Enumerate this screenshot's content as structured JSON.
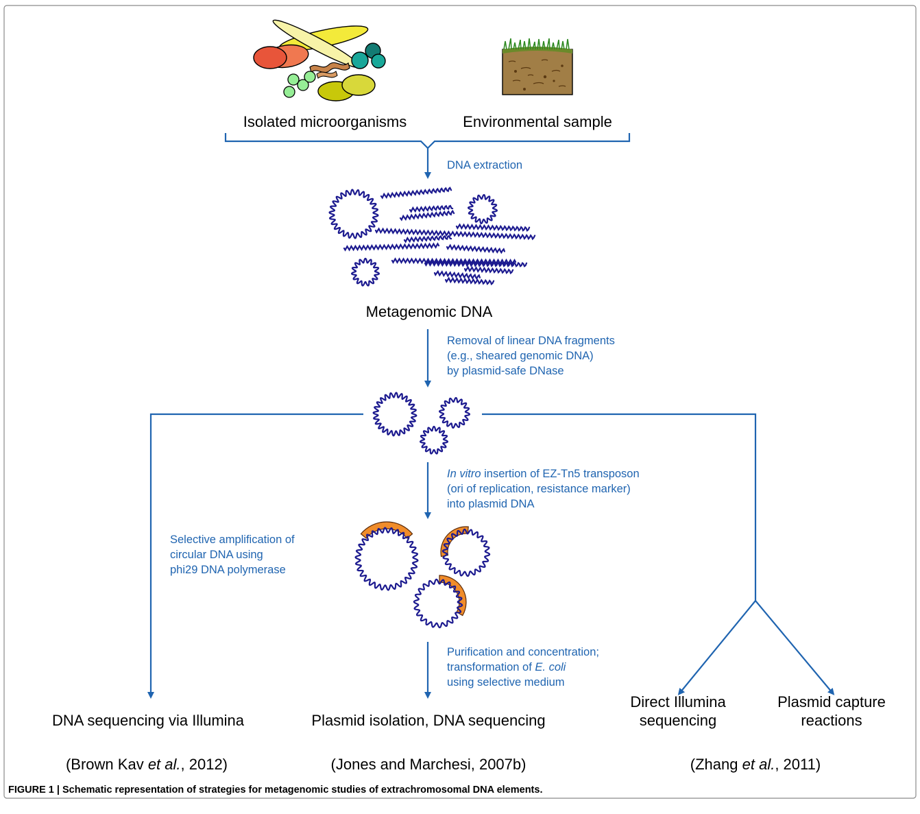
{
  "sources": {
    "left_label": "Isolated microorganisms",
    "right_label": "Environmental sample"
  },
  "steps": {
    "extraction": "DNA extraction",
    "removal": [
      "Removal of linear DNA fragments",
      "(e.g., sheared genomic DNA)",
      "by plasmid-safe DNase"
    ],
    "insertion": {
      "line1_italic": "In vitro",
      "line1_rest": " insertion of EZ-Tn5 transposon",
      "line2": "(ori of replication, resistance marker)",
      "line3": "into plasmid DNA"
    },
    "amplification": [
      "Selective amplification of",
      "circular DNA using",
      "phi29 DNA polymerase"
    ],
    "purification": {
      "line1": "Purification and concentration;",
      "line2_start": "transformation of ",
      "line2_italic": "E. coli",
      "line3": "using selective medium"
    }
  },
  "metagenomic_label": "Metagenomic DNA",
  "outcomes": {
    "left": {
      "label": "DNA sequencing via Illumina",
      "ref_start": "(Brown Kav ",
      "ref_italic": "et al.",
      "ref_end": ", 2012)"
    },
    "center": {
      "label": "Plasmid isolation, DNA sequencing",
      "ref": "(Jones and Marchesi, 2007b)"
    },
    "right_a": [
      "Direct Illumina",
      "sequencing"
    ],
    "right_b": [
      "Plasmid capture",
      "reactions"
    ],
    "right_ref_start": "(Zhang ",
    "right_ref_italic": "et al.",
    "right_ref_end": ", 2011)"
  },
  "caption": "FIGURE 1 | Schematic representation of strategies for metagenomic studies of extrachromosomal DNA elements.",
  "colors": {
    "arrow": "#1f64b0",
    "dna": "#1c1a8f",
    "transposon": "#f08c2a"
  }
}
